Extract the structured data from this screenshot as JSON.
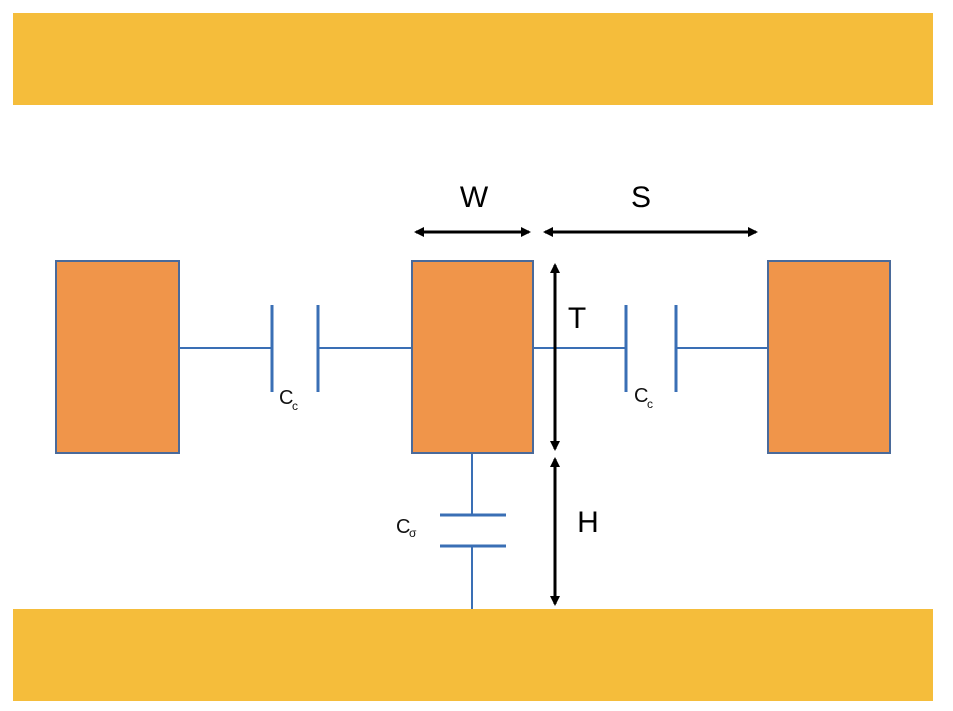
{
  "labels": {
    "width": "W",
    "spacing": "S",
    "thickness": "T",
    "height": "H"
  },
  "capacitors": {
    "coupling_left": {
      "main": "C",
      "sub": "c"
    },
    "coupling_right": {
      "main": "C",
      "sub": "c"
    },
    "ground": {
      "main": "C",
      "sub": "σ"
    }
  },
  "colors": {
    "plane": "#f5bd3b",
    "trace": "#f0954a",
    "trace_border": "#4a6a9a",
    "wire": "#3a6fb5",
    "arrow": "#000000",
    "background": "#ffffff"
  }
}
